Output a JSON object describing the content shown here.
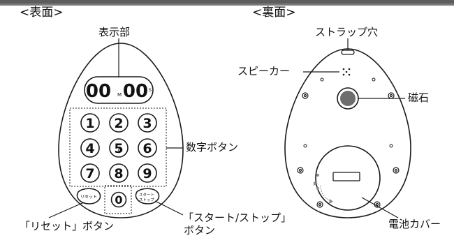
{
  "front": {
    "heading": "<表面>",
    "display_label": "表示部",
    "display_digits": "00:00",
    "display_m": "M",
    "display_s": "s",
    "keys": [
      "1",
      "2",
      "3",
      "4",
      "5",
      "6",
      "7",
      "8",
      "9"
    ],
    "zero_key": "0",
    "reset_key": "リセット",
    "start_key_line1": "スタート",
    "start_key_line2": "ストップ",
    "number_buttons_label": "数字ボタン",
    "reset_button_label": "「リセット」ボタン",
    "start_stop_label_line1": "「スタート/ストップ」",
    "start_stop_label_line2": "ボタン"
  },
  "back": {
    "heading": "<裏面>",
    "strap_hole_label": "ストラップ穴",
    "speaker_label": "スピーカー",
    "magnet_label": "磁石",
    "battery_cover_label": "電池カバー"
  },
  "colors": {
    "outline": "#1a1a1a",
    "magnet_fill": "#6e6e6e",
    "cover_mark": "#8a8a8a",
    "top_bar": "#7a7a7a"
  }
}
